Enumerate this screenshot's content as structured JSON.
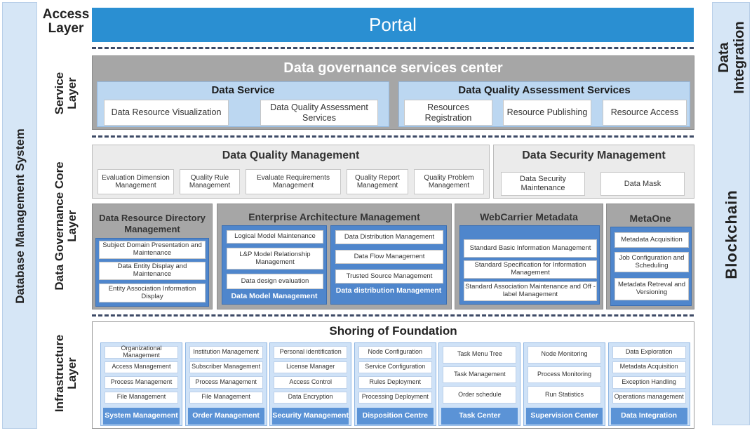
{
  "left_bar": {
    "label": "Database Management System"
  },
  "right_bar": {
    "top_label": "Data Integration",
    "bottom_label": "Blockchain"
  },
  "layers": {
    "access": "Access Layer",
    "service": "Service Layer",
    "core": "Data Governance Core Layer",
    "infra": "Infrastructure Layer"
  },
  "portal": "Portal",
  "service_center": {
    "title": "Data governance services center",
    "data_service": {
      "title": "Data Service",
      "items": [
        "Data Resource Visualization",
        "Data Quality Assessment Services"
      ]
    },
    "dqa_services": {
      "title": "Data Quality Assessment Services",
      "items": [
        "Resources Registration",
        "Resource Publishing",
        "Resource Access"
      ]
    }
  },
  "dqm": {
    "title": "Data Quality Management",
    "items": [
      "Evaluation Dimension Management",
      "Quality Rule Management",
      "Evaluate Requirements Management",
      "Quality Report Management",
      "Quality Problem Management"
    ]
  },
  "dsm": {
    "title": "Data Security Management",
    "items": [
      "Data Security Maintenance",
      "Data Mask"
    ]
  },
  "drdm": {
    "title": "Data Resource Directory Management",
    "items": [
      "Subject Domain Presentation and Maintenance",
      "Data Entity Display and Maintenance",
      "Entity Association Information Display"
    ]
  },
  "eam": {
    "title": "Enterprise Architecture Management",
    "model": {
      "title": "Data Model Management",
      "items": [
        "Logical Model Maintenance",
        "L&P Model Relationship Management",
        "Data design evaluation"
      ]
    },
    "dist": {
      "title": "Data distribution Management",
      "items": [
        "Data Distribution Management",
        "Data Flow Management",
        "Trusted Source Management"
      ]
    }
  },
  "webcarrier": {
    "title": "WebCarrier Metadata",
    "items": [
      "Standard Basic Information Management",
      "Standard Specification for Information Management",
      "Standard Association Maintenance and Off - label Management"
    ]
  },
  "metaone": {
    "title": "MetaOne",
    "items": [
      "Metadata Acquisition",
      "Job Configuration and Scheduling",
      "Metadata Retreval and Versioning"
    ]
  },
  "foundation": {
    "title": "Shoring of Foundation",
    "columns": [
      {
        "title": "System Management",
        "items": [
          "Organizational Management",
          "Access Management",
          "Process Management",
          "File Management"
        ]
      },
      {
        "title": "Order Management",
        "items": [
          "Institution Management",
          "Subscriber Management",
          "Process Management",
          "File Management"
        ]
      },
      {
        "title": "Security Management",
        "items": [
          "Personal identification",
          "License Manager",
          "Access Control",
          "Data Encryption"
        ]
      },
      {
        "title": "Disposition Centre",
        "items": [
          "Node Configuration",
          "Service Configuration",
          "Rules Deployment",
          "Processing Deployment"
        ]
      },
      {
        "title": "Task Center",
        "items": [
          "Task Menu Tree",
          "Task Management",
          "Order schedule"
        ]
      },
      {
        "title": "Supervision Center",
        "items": [
          "Node Monitoring",
          "Process Monitoring",
          "Run Statistics"
        ]
      },
      {
        "title": "Data Integration",
        "items": [
          "Data Exploration",
          "Metadata Acquisition",
          "Exception Handling",
          "Operations management"
        ]
      }
    ]
  }
}
